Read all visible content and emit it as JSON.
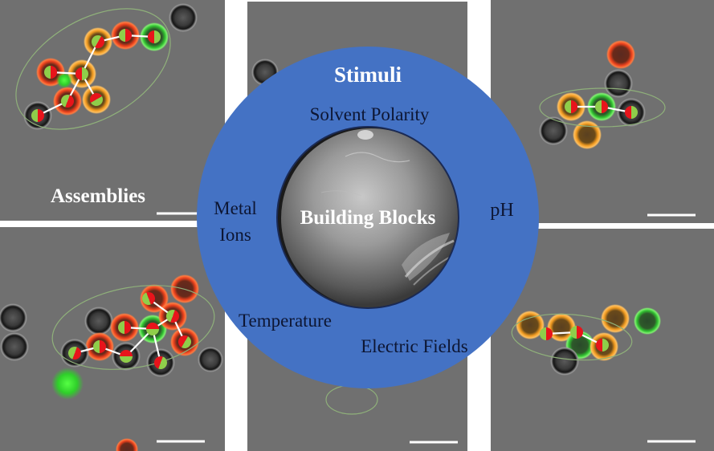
{
  "title": "Stimuli",
  "center_label": "Building Blocks",
  "assemblies_label": "Assemblies",
  "stimuli": {
    "solvent_polarity": "Solvent Polarity",
    "ph": "pH",
    "metal_ions_line1": "Metal",
    "metal_ions_line2": "Ions",
    "temperature": "Temperature",
    "electric_fields": "Electric Fields"
  },
  "colors": {
    "ring_blue": "#4472c4",
    "janus_red": "#e8141b",
    "janus_green": "#8fce4a",
    "fluor_red": "#e8401c",
    "fluor_orange": "#f0a020",
    "fluor_green": "#33cc33",
    "micrograph_gray": "#707070"
  }
}
